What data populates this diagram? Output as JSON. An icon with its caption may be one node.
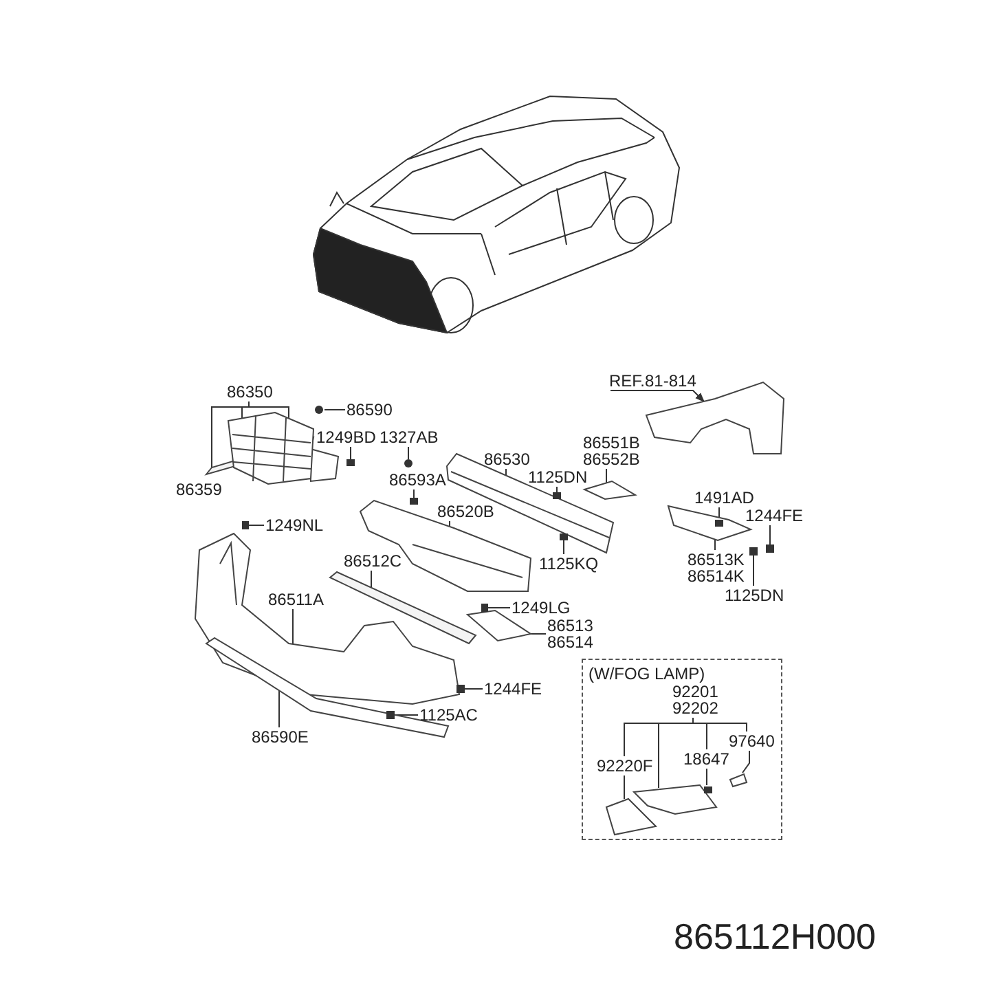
{
  "diagram": {
    "nodes": [
      {
        "text": [
          "86350"
        ]
      },
      {
        "text": [
          "86590"
        ]
      },
      {
        "text": [
          "1249BD"
        ]
      },
      {
        "text": [
          "1327AB"
        ]
      },
      {
        "text": [
          "86593A"
        ]
      },
      {
        "text": [
          "86530"
        ]
      },
      {
        "text": [
          "86551B 86552B"
        ]
      },
      {
        "text": [
          "1125DN"
        ]
      },
      {
        "text": [
          "REF.81-814"
        ]
      },
      {
        "text": [
          "86520B"
        ]
      },
      {
        "text": [
          "1249NL"
        ]
      },
      {
        "text": [
          "86512C"
        ]
      },
      {
        "text": [
          "1491AD"
        ]
      },
      {
        "text": [
          "1244FE"
        ]
      },
      {
        "text": [
          "86513K 86514K"
        ]
      },
      {
        "text": [
          "1125KQ"
        ]
      },
      {
        "text": [
          "1125DN"
        ]
      },
      {
        "text": [
          "86511A"
        ]
      },
      {
        "text": [
          "1249LG"
        ]
      },
      {
        "text": [
          "86513 86514"
        ]
      },
      {
        "text": [
          "1244FE"
        ]
      },
      {
        "text": [
          "1125AC"
        ]
      },
      {
        "text": [
          "86590E"
        ]
      },
      {
        "text": [
          "(W/FOG LAMP)"
        ]
      },
      {
        "text": [
          "92201 92202"
        ],
        "in": 23
      },
      {
        "text": [
          "92220F"
        ],
        "in": 23
      },
      {
        "text": [
          "18647"
        ],
        "in": 23
      },
      {
        "text": [
          "97640"
        ],
        "in": 23
      },
      {
        "text": [],
        "shape": "bar"
      },
      {
        "text": [],
        "shape": "picture"
      },
      {
        "text": [],
        "shape": "circle"
      },
      {
        "text": [],
        "shape": "box"
      },
      {
        "text": [],
        "shape": "circle"
      },
      {
        "text": [],
        "shape": "box"
      },
      {
        "text": [],
        "shape": "picture"
      },
      {
        "text": [],
        "shape": "picture"
      },
      {
        "text": [],
        "shape": "box"
      },
      {
        "text": [],
        "shape": "picture"
      },
      {
        "text": [],
        "shape": "picture"
      },
      {
        "text": [],
        "shape": "box"
      },
      {
        "text": [],
        "shape": "bar"
      },
      {
        "text": [],
        "shape": "box",
        "in": 43
      },
      {
        "text": [],
        "shape": "box"
      },
      {
        "text": [],
        "shape": "picture"
      },
      {
        "text": [],
        "shape": "box"
      },
      {
        "text": [],
        "shape": "box"
      },
      {
        "text": [],
        "shape": "picture"
      },
      {
        "text": [],
        "shape": "box"
      },
      {
        "text": [],
        "shape": "picture"
      },
      {
        "text": [],
        "shape": "box"
      },
      {
        "text": [],
        "shape": "box",
        "in": 51
      },
      {
        "text": [],
        "shape": "picture"
      },
      {
        "text": [],
        "shape": "picture",
        "in": 23
      },
      {
        "text": [],
        "shape": "picture",
        "in": 23
      },
      {
        "text": [],
        "shape": "box",
        "in": 23
      },
      {
        "text": [],
        "shape": "picture",
        "in": 23
      }
    ],
    "edges": [
      {
        "from": 0,
        "to": 28,
        "arrow": "none"
      },
      {
        "from": 0,
        "to": 29,
        "arrow": "none"
      },
      {
        "from": 0,
        "to": 29,
        "arrow": "none"
      },
      {
        "from": 1,
        "to": 30,
        "arrow": "none"
      },
      {
        "from": 2,
        "to": 31,
        "arrow": "none"
      },
      {
        "from": 3,
        "to": 32,
        "arrow": "none"
      },
      {
        "from": 4,
        "to": 33,
        "arrow": "none"
      },
      {
        "from": 5,
        "to": 34,
        "arrow": "none"
      },
      {
        "from": 6,
        "to": 35,
        "arrow": "none"
      },
      {
        "from": 7,
        "to": 36,
        "arrow": "none"
      },
      {
        "from": 8,
        "to": 37,
        "arrow": "to"
      },
      {
        "from": 9,
        "to": 38,
        "arrow": "none"
      },
      {
        "from": 10,
        "to": 39,
        "arrow": "none"
      },
      {
        "from": 11,
        "to": 40,
        "arrow": "none"
      },
      {
        "from": 12,
        "to": 41,
        "arrow": "none"
      },
      {
        "from": 13,
        "to": 42,
        "arrow": "none"
      },
      {
        "from": 14,
        "to": 43,
        "arrow": "none"
      },
      {
        "from": 15,
        "to": 44,
        "arrow": "none"
      },
      {
        "from": 16,
        "to": 45,
        "arrow": "none"
      },
      {
        "from": 17,
        "to": 46,
        "arrow": "none"
      },
      {
        "from": 18,
        "to": 47,
        "arrow": "none"
      },
      {
        "from": 19,
        "to": 48,
        "arrow": "none"
      },
      {
        "from": 20,
        "to": 49,
        "arrow": "none"
      },
      {
        "from": 21,
        "to": 50,
        "arrow": "none"
      },
      {
        "from": 22,
        "to": 51,
        "arrow": "none"
      },
      {
        "from": 24,
        "to": 25,
        "arrow": "none"
      },
      {
        "from": 24,
        "to": 53,
        "arrow": "none"
      },
      {
        "from": 24,
        "to": 26,
        "arrow": "none"
      },
      {
        "from": 24,
        "to": 27,
        "arrow": "none"
      },
      {
        "from": 25,
        "to": 52,
        "arrow": "none"
      },
      {
        "from": 26,
        "to": 54,
        "arrow": "none"
      },
      {
        "from": 27,
        "to": 55,
        "arrow": "none"
      }
    ],
    "labels": [
      "86359",
      "865112H000"
    ]
  }
}
